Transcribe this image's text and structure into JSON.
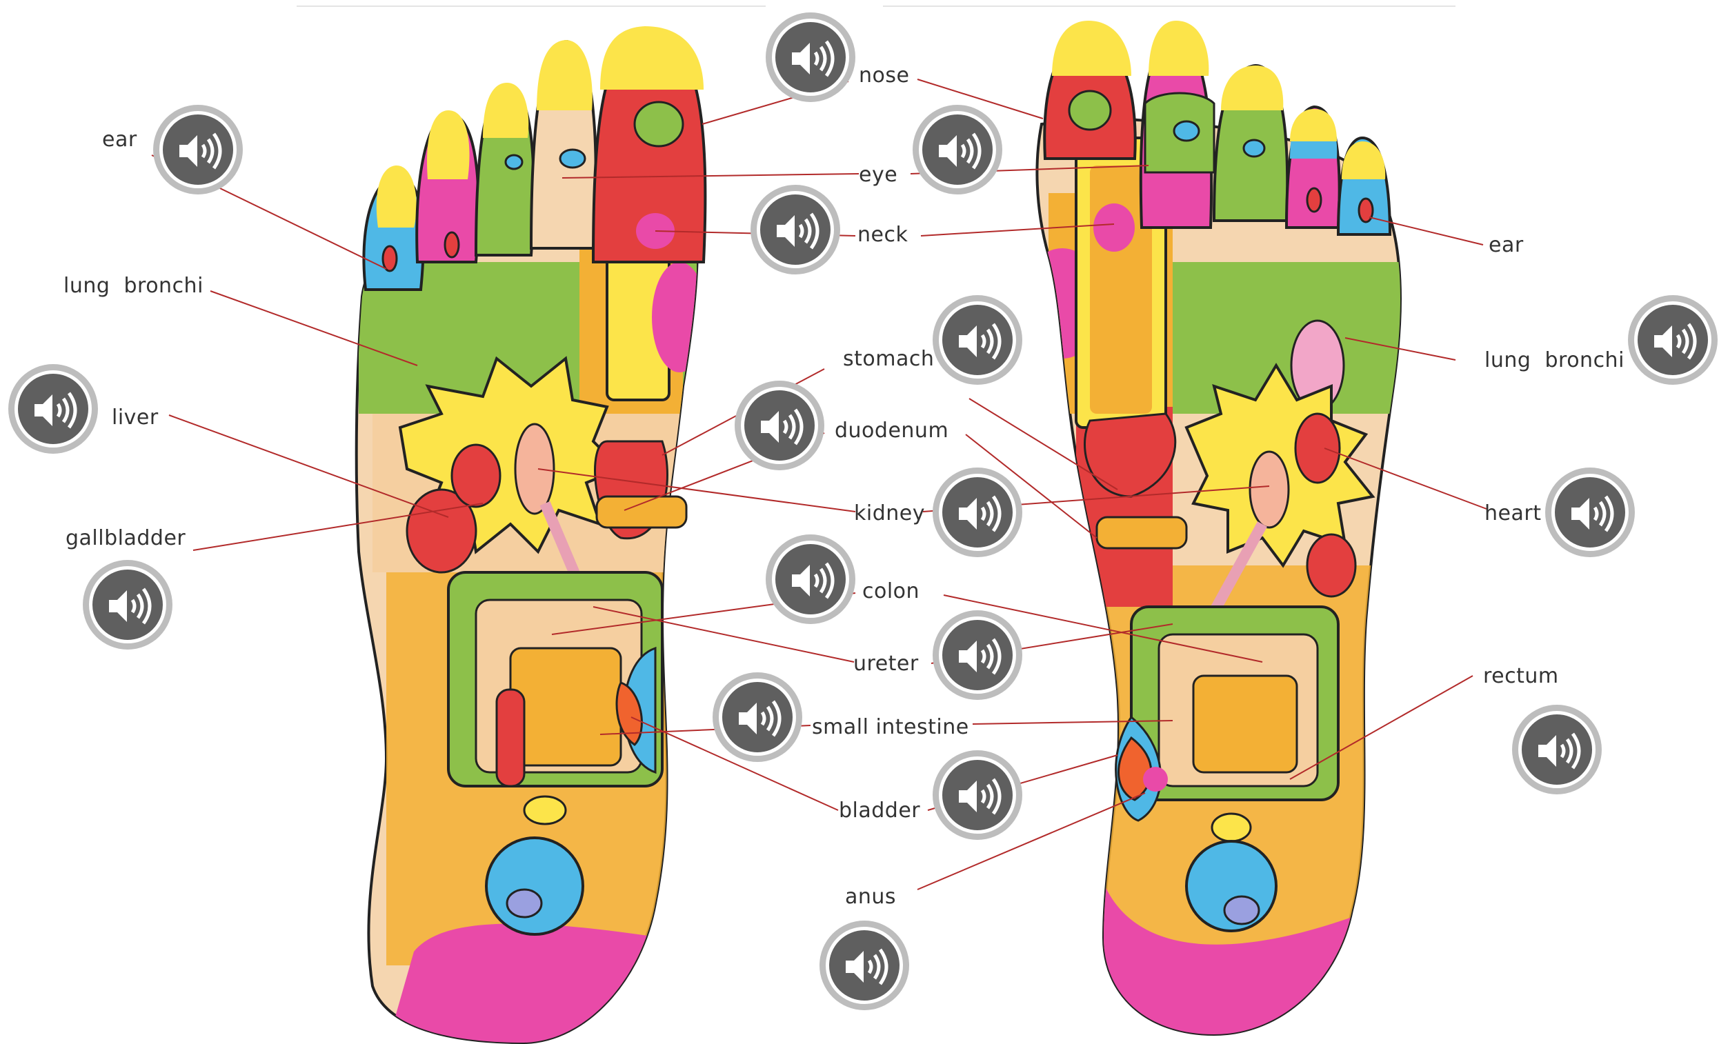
{
  "labels": {
    "nose": "nose",
    "eye": "eye",
    "neck": "neck",
    "ear_left": "ear",
    "ear_right": "ear",
    "lung_left": "lung  bronchi",
    "lung_right": "lung  bronchi",
    "liver": "liver",
    "gallbladder": "gallbladder",
    "stomach": "stomach",
    "duodenum": "duodenum",
    "kidney": "kidney",
    "heart": "heart",
    "colon": "colon",
    "ureter": "ureter",
    "small_intestine": "small intestine",
    "bladder": "bladder",
    "rectum": "rectum",
    "anus": "anus"
  },
  "icons": {
    "speaker": "speaker-volume-icon"
  },
  "colors": {
    "leader_line": "#b22a2a",
    "button_ring": "#bdbdbd",
    "button_fill": "#5f5f5f",
    "skin": "#f5d6b0",
    "orange": "#f3b035",
    "yellow": "#fce44a",
    "green": "#8dc04a",
    "red": "#e33f3f",
    "magenta": "#e94aa8",
    "blue": "#4fb8e6",
    "pink": "#f2a6c8"
  }
}
